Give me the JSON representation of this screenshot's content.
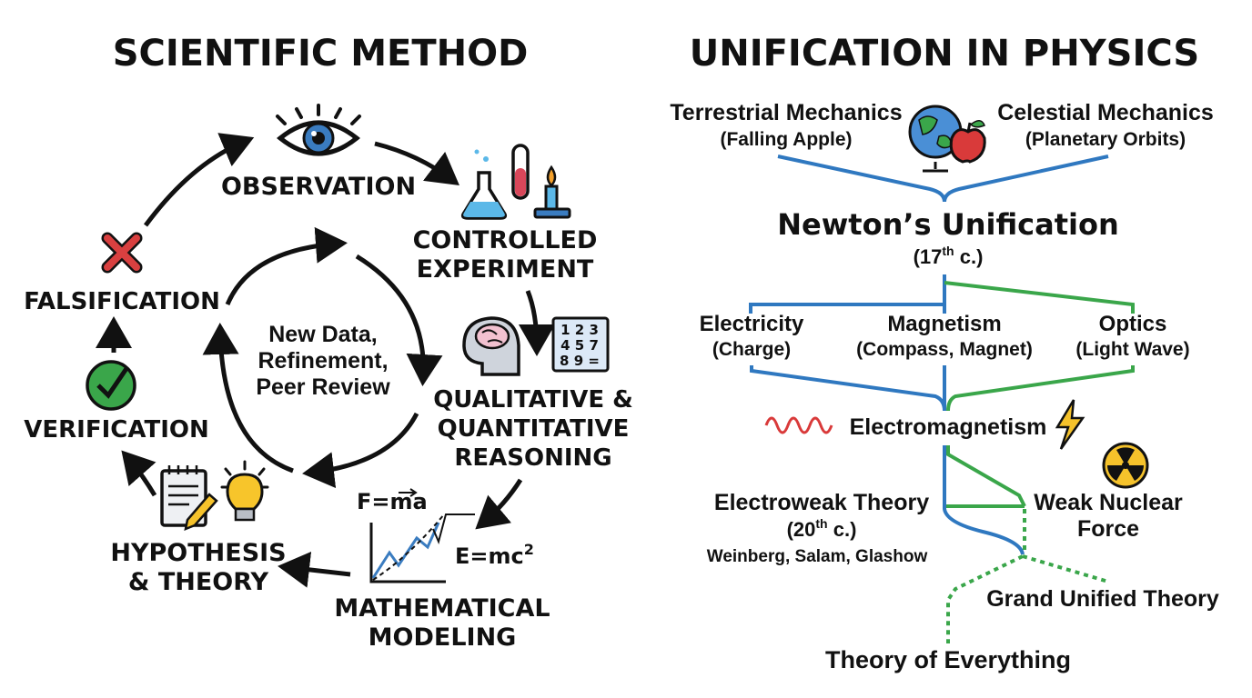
{
  "scientific_method": {
    "title": "SCIENTIFIC METHOD",
    "steps": {
      "observation": "OBSERVATION",
      "experiment": [
        "CONTROLLED",
        "EXPERIMENT"
      ],
      "reasoning": [
        "QUALITATIVE &",
        "QUANTITATIVE",
        "REASONING"
      ],
      "modeling": [
        "MATHEMATICAL",
        "MODELING"
      ],
      "hypothesis": [
        "HYPOTHESIS",
        "& THEORY"
      ],
      "verification": "VERIFICATION",
      "falsification": "FALSIFICATION"
    },
    "center": [
      "New Data,",
      "Refinement,",
      "Peer Review"
    ],
    "formulas": {
      "newton": "F=ma",
      "einstein": "E=mc",
      "einstein_exp": "2"
    },
    "grid_numbers": [
      [
        "1",
        "2",
        "3"
      ],
      [
        "4",
        "5",
        "7"
      ],
      [
        "8",
        "9",
        "="
      ]
    ],
    "icons": [
      "eye-icon",
      "flask-icon",
      "test-tube-icon",
      "burner-icon",
      "brain-head-icon",
      "number-grid-icon",
      "graph-icon",
      "notepad-pencil-icon",
      "lightbulb-icon",
      "check-icon",
      "cross-icon"
    ],
    "colors": {
      "eye": "#3a7cc0",
      "check": "#3aa64a",
      "cross": "#d94040",
      "bulb": "#f7c52b",
      "flask": "#5bb8e8"
    }
  },
  "unification": {
    "title": "UNIFICATION IN PHYSICS",
    "terrestrial": {
      "name": "Terrestrial Mechanics",
      "sub": "(Falling Apple)"
    },
    "celestial": {
      "name": "Celestial Mechanics",
      "sub": "(Planetary Orbits)"
    },
    "newton": {
      "name": "Newton’s Unification",
      "sub_pre": "(17",
      "sub_sup": "th",
      "sub_post": " c.)"
    },
    "electricity": {
      "name": "Electricity",
      "sub": "(Charge)"
    },
    "magnetism": {
      "name": "Magnetism",
      "sub": "(Compass, Magnet)"
    },
    "optics": {
      "name": "Optics",
      "sub": "(Light Wave)"
    },
    "electromagnetism": "Electromagnetism",
    "electroweak": {
      "name": "Electroweak Theory",
      "sub_pre": "(20",
      "sub_sup": "th",
      "sub_post": " c.)",
      "people": "Weinberg, Salam, Glashow"
    },
    "weak": [
      "Weak Nuclear",
      "Force"
    ],
    "gut": "Grand Unified Theory",
    "toe": "Theory of Everything",
    "icons": [
      "globe-icon",
      "apple-icon",
      "wave-icon",
      "lightning-icon",
      "radiation-icon"
    ],
    "colors": {
      "blue": "#2f78c0",
      "green": "#3aa64a",
      "wave": "#d93a3a",
      "bolt": "#f5c22b",
      "radiation": "#f5c22b"
    }
  }
}
